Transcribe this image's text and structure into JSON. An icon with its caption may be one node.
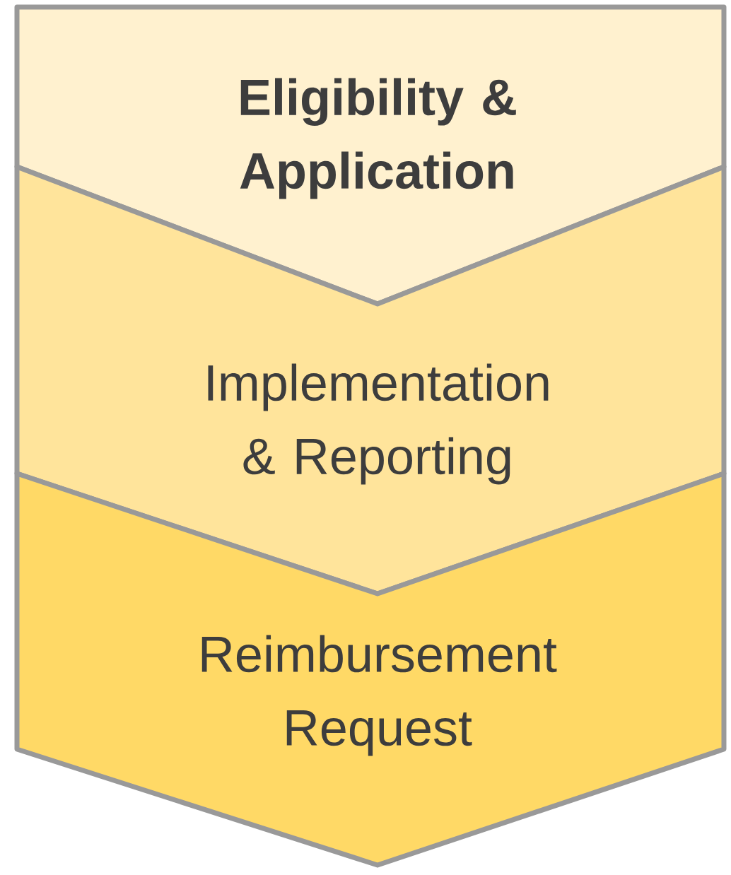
{
  "diagram": {
    "nodes": [
      {
        "text": [
          "Eligibility & Application"
        ]
      },
      {
        "text": [
          "Implementation & Reporting"
        ]
      },
      {
        "text": [
          "Reimbursement Request"
        ]
      }
    ]
  }
}
